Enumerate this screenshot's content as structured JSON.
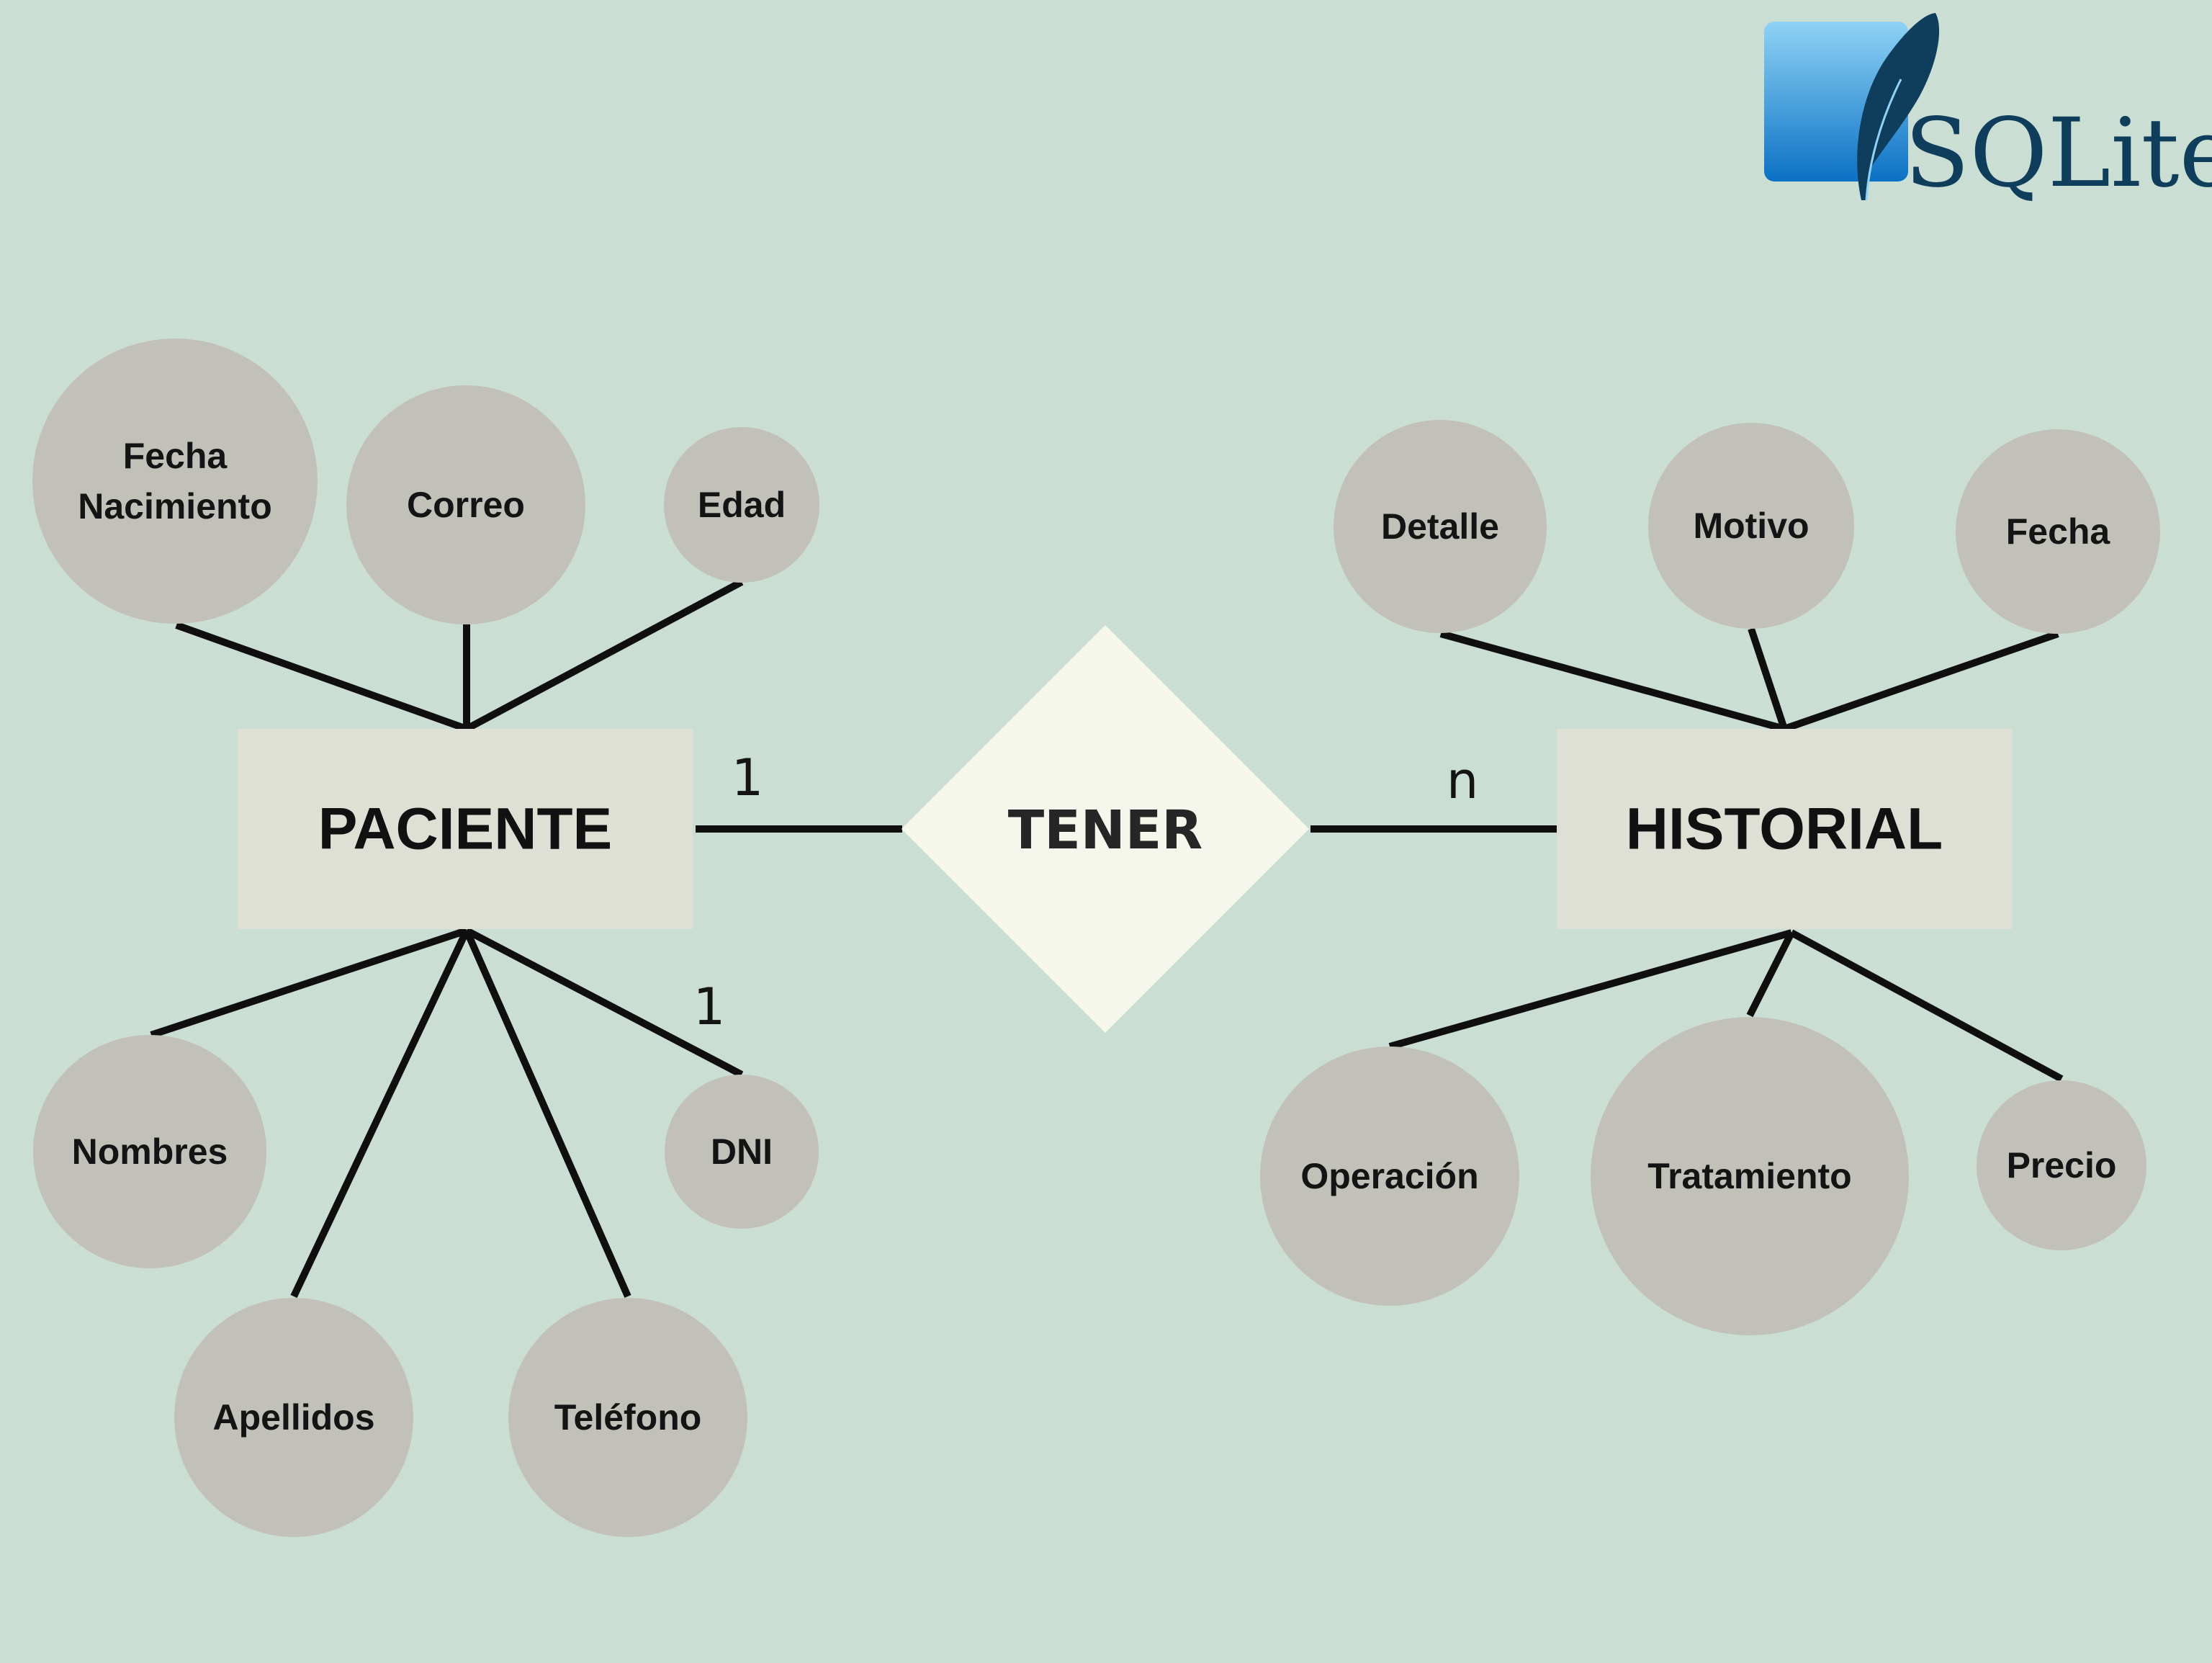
{
  "diagram": {
    "logo": {
      "text": "SQLite",
      "colors": {
        "square_top": "#8fd3f5",
        "square_bottom": "#0b71c4",
        "feather": "#0e3e5c",
        "text": "#0e3e5c"
      }
    },
    "colors": {
      "background": "#cbded3",
      "attribute_fill": "#c2c1b9",
      "entity_fill": "#dedfd5",
      "relationship_fill": "#f6f7ec",
      "line": "#0f0f0f"
    },
    "entities": {
      "paciente": {
        "name": "PACIENTE"
      },
      "historial": {
        "name": "HISTORIAL"
      }
    },
    "relationship": {
      "name": "TENER"
    },
    "cardinalities": {
      "paciente_side": "1",
      "historial_side": "n",
      "dni": "1"
    },
    "paciente_attributes": {
      "fecha_nacimiento": [
        "Fecha",
        "Nacimiento"
      ],
      "correo": "Correo",
      "edad": "Edad",
      "nombres": "Nombres",
      "apellidos": "Apellidos",
      "telefono": "Teléfono",
      "dni": "DNI"
    },
    "historial_attributes": {
      "detalle": "Detalle",
      "motivo": "Motivo",
      "fecha": "Fecha",
      "operacion": "Operación",
      "tratamiento": "Tratamiento",
      "precio": "Precio"
    }
  }
}
